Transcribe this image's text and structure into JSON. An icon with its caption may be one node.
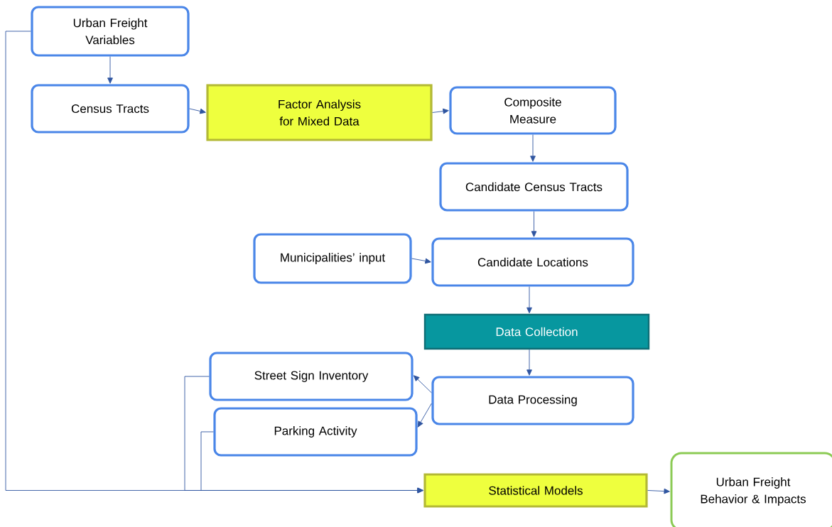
{
  "diagram": {
    "nodes": [
      {
        "text": [
          "Urban Freight Variables"
        ]
      },
      {
        "text": [
          "Census Tracts"
        ]
      },
      {
        "text": [
          "Factor Analysis for Mixed Data"
        ]
      },
      {
        "text": [
          "Composite Measure"
        ]
      },
      {
        "text": [
          "Candidate Census Tracts"
        ]
      },
      {
        "text": [
          "Municipalities’ input"
        ]
      },
      {
        "text": [
          "Candidate Locations"
        ]
      },
      {
        "text": [
          "Data Collection"
        ]
      },
      {
        "text": [
          "Street Sign Inventory"
        ]
      },
      {
        "text": [
          "Data Processing"
        ]
      },
      {
        "text": [
          "Parking Activity"
        ]
      },
      {
        "text": [
          "Statistical Models"
        ]
      },
      {
        "text": [
          "Urban Freight Behavior & Impacts"
        ]
      }
    ],
    "edges": [
      {
        "from": 0,
        "to": 1,
        "arrow": "to"
      },
      {
        "from": 1,
        "to": 2,
        "arrow": "to"
      },
      {
        "from": 2,
        "to": 3,
        "arrow": "to"
      },
      {
        "from": 3,
        "to": 4,
        "arrow": "to"
      },
      {
        "from": 4,
        "to": 6,
        "arrow": "to"
      },
      {
        "from": 5,
        "to": 6,
        "arrow": "to"
      },
      {
        "from": 6,
        "to": 7,
        "arrow": "to"
      },
      {
        "from": 7,
        "to": 9,
        "arrow": "to"
      },
      {
        "from": 9,
        "to": 8,
        "arrow": "to"
      },
      {
        "from": 9,
        "to": 10,
        "arrow": "to"
      },
      {
        "from": 0,
        "to": 11,
        "arrow": "to"
      },
      {
        "from": 8,
        "to": 11,
        "arrow": "to"
      },
      {
        "from": 10,
        "to": 11,
        "arrow": "to"
      },
      {
        "from": 11,
        "to": 12,
        "arrow": "to"
      }
    ]
  }
}
